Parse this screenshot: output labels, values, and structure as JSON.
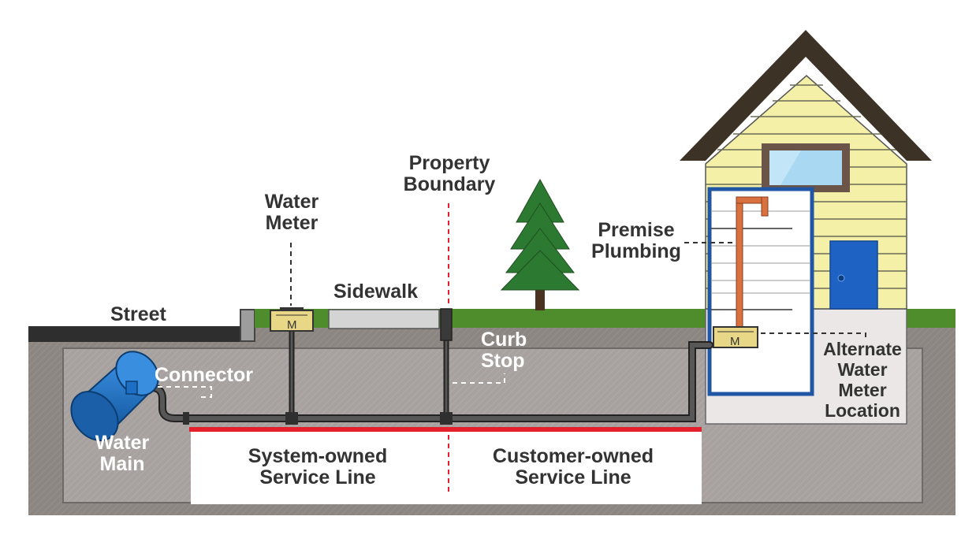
{
  "labels": {
    "street": "Street",
    "water_meter_line1": "Water",
    "water_meter_line2": "Meter",
    "sidewalk": "Sidewalk",
    "property_boundary_line1": "Property",
    "property_boundary_line2": "Boundary",
    "premise_plumbing_line1": "Premise",
    "premise_plumbing_line2": "Plumbing",
    "curb_stop_line1": "Curb",
    "curb_stop_line2": "Stop",
    "connector": "Connector",
    "water_main_line1": "Water",
    "water_main_line2": "Main",
    "system_owned_line1": "System-owned",
    "system_owned_line2": "Service Line",
    "customer_owned_line1": "Customer-owned",
    "customer_owned_line2": "Service Line",
    "alternate_meter_line1": "Alternate",
    "alternate_meter_line2": "Water",
    "alternate_meter_line3": "Meter",
    "alternate_meter_line4": "Location",
    "meter_symbol": "M"
  },
  "colors": {
    "soil": "#8c8682",
    "trench": "#a8a3a0",
    "grass": "#4e8c2c",
    "street": "#2e2e2e",
    "water_main": "#1c6fc4",
    "pipe": "#2f2f2f",
    "ownership_line": "#e4202c",
    "house_siding": "#f5f0a8",
    "roof": "#3d3226",
    "door": "#1e63c4",
    "premise_frame": "#2156a5",
    "copper_pipe": "#d9703f",
    "meter_box": "#e8d787",
    "tree": "#246b2a"
  }
}
